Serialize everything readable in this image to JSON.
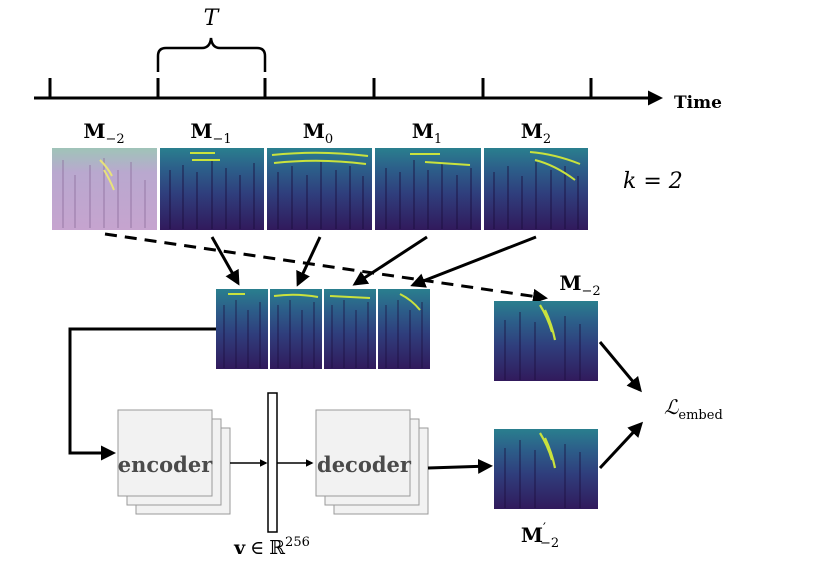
{
  "period_label": "T",
  "axis_label": "Time",
  "k_label": "k = 2",
  "segments": [
    {
      "base": "M",
      "sub": "−2"
    },
    {
      "base": "M",
      "sub": "−1"
    },
    {
      "base": "M",
      "sub": "0"
    },
    {
      "base": "M",
      "sub": "1"
    },
    {
      "base": "M",
      "sub": "2"
    }
  ],
  "target": {
    "base": "M",
    "sub": "−2"
  },
  "reconstruction": {
    "base": "M",
    "sup": "′",
    "sub": "−2"
  },
  "encoder_label": "encoder",
  "decoder_label": "decoder",
  "embedding": {
    "var": "v",
    "rel": "∈",
    "space": "ℝ",
    "dim": "256"
  },
  "loss": {
    "sym": "ℒ",
    "sub": "embed"
  },
  "colors": {
    "spec_dark": "#2f1457",
    "spec_mid": "#31678a",
    "spec_bright": "#c9e23d",
    "masked_tint": "#d7b8dd",
    "box_fill": "#f2f2f2",
    "box_stroke": "#9a9a9a"
  }
}
